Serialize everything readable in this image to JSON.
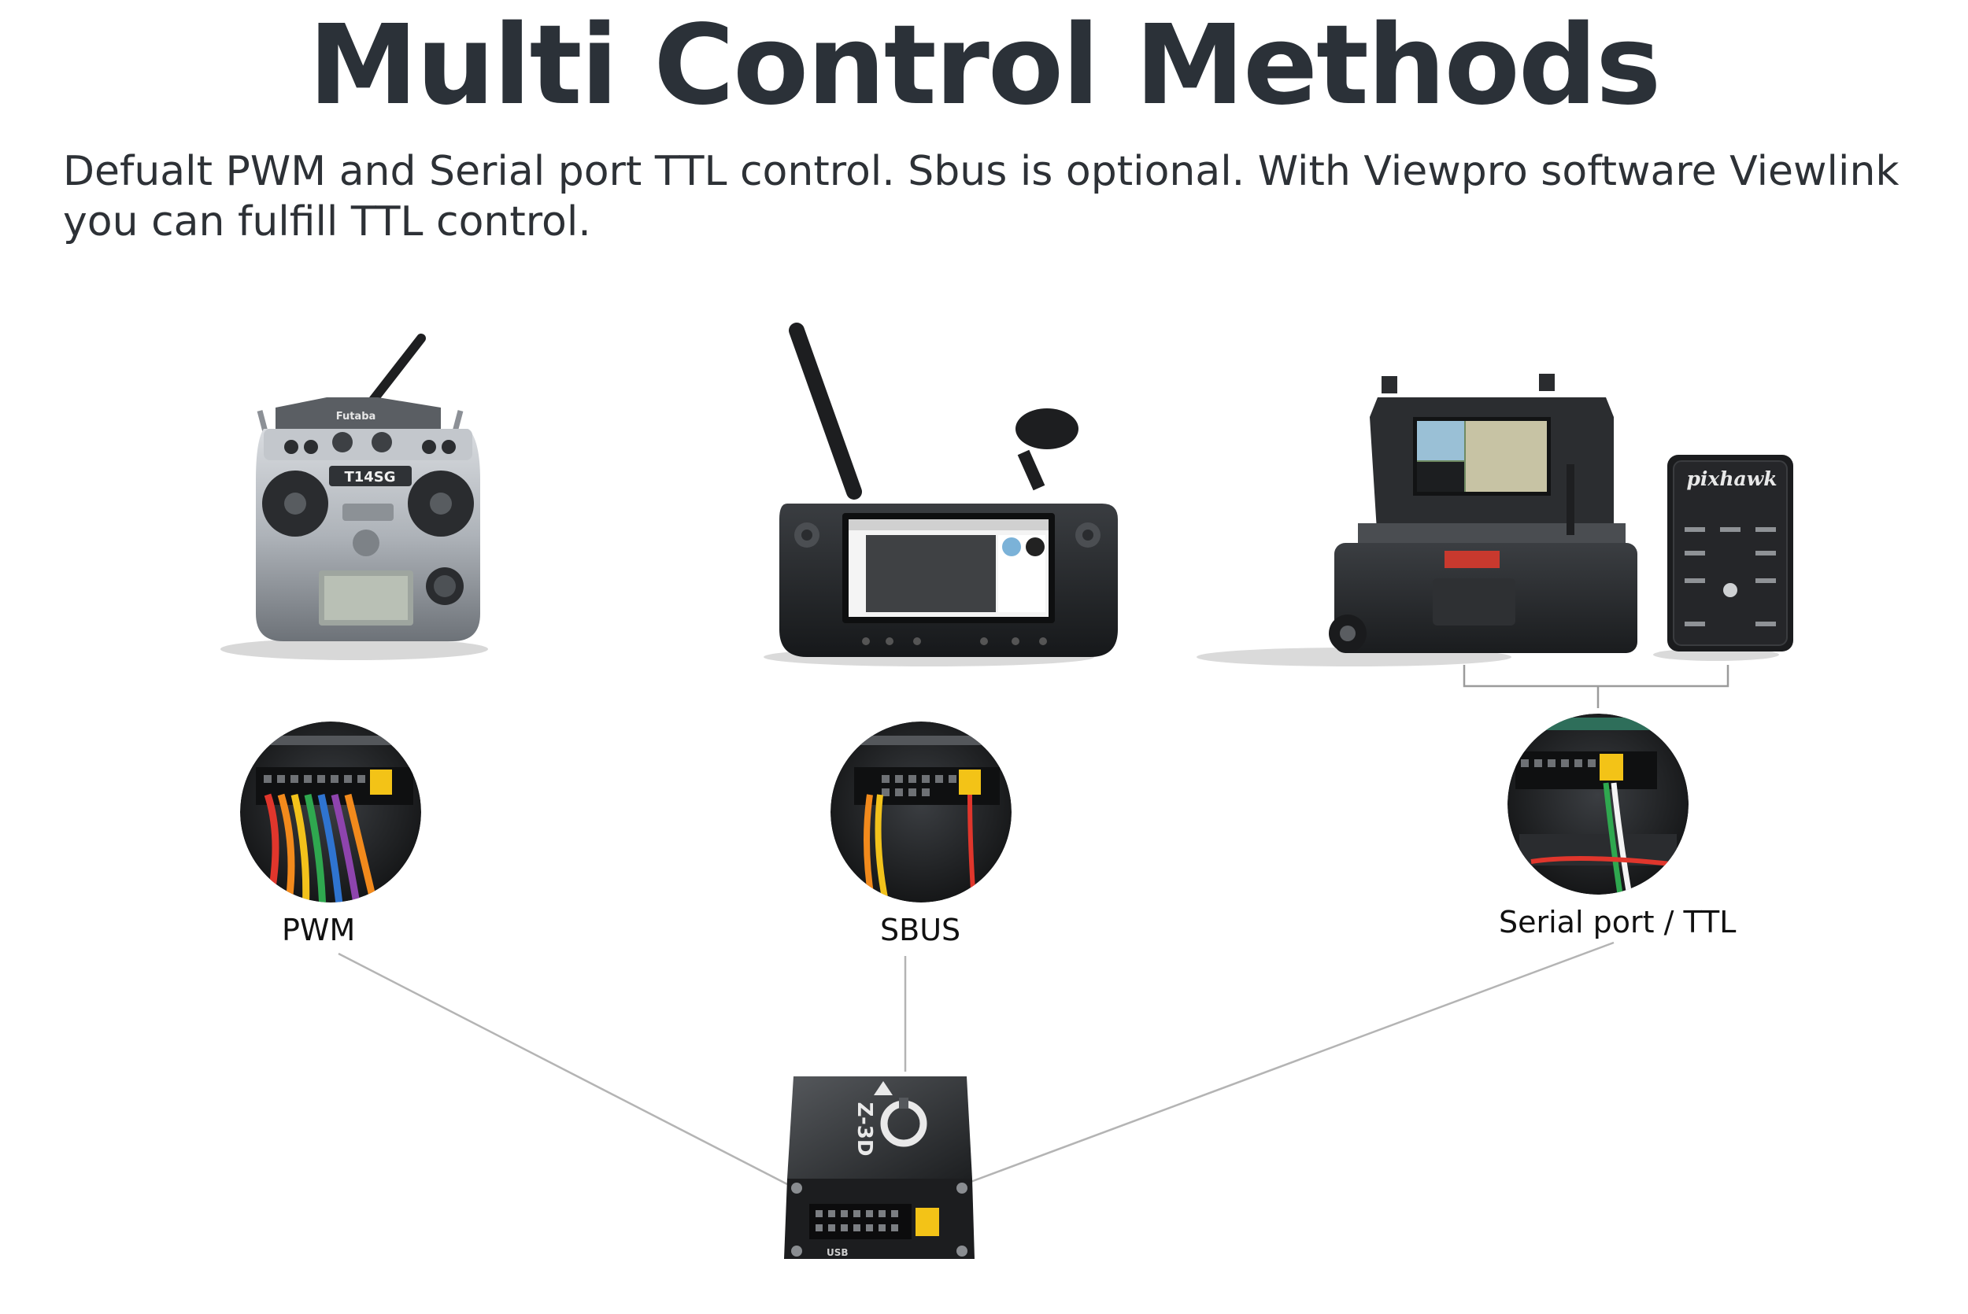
{
  "header": {
    "title": "Multi Control Methods",
    "subtitle": "Defualt PWM and Serial port TTL control. Sbus is optional. With Viewpro software Viewlink you can fulfill TTL control."
  },
  "devices": {
    "transmitter": {
      "brand_label": "Futaba",
      "model_label": "T14SG"
    },
    "ground_station_box": {
      "flight_controller_label": "pixhawk"
    },
    "controller_board": {
      "model_label": "Z-3D",
      "port_label": "USB"
    }
  },
  "connections": [
    {
      "label": "PWM"
    },
    {
      "label": "SBUS"
    },
    {
      "label": "Serial port / TTL"
    }
  ],
  "colors": {
    "title": "#2b3138",
    "connector_line": "#b4b4b4",
    "wire_red": "#e0362c",
    "wire_yellow": "#f2c21b",
    "wire_green": "#2fa84f",
    "wire_blue": "#2f74d0",
    "wire_orange": "#f28a1c",
    "wire_purple": "#8e44ad",
    "header_yellow": "#f3c317"
  }
}
